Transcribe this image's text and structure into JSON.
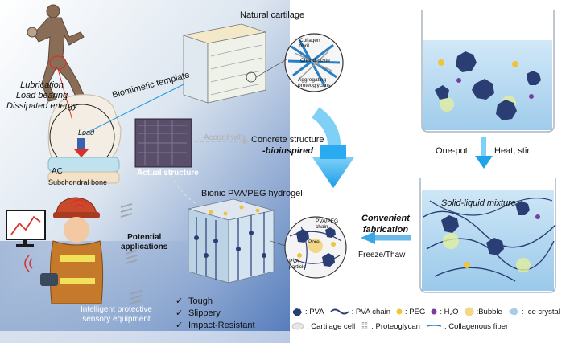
{
  "diagram": {
    "athlete_lines": [
      "Lubrication",
      "Load bearing",
      "Dissipated energy"
    ],
    "biomimetic_template": "Biomimetic template",
    "natural_cartilage": "Natural cartilage",
    "cartilage_zoom": {
      "collagen_fibril": "Collagen\nfibril",
      "chondrocyte": "Chondrocyte",
      "aggregating_proteoglycans": "Aggregating\nproteoglycans"
    },
    "load": "Load",
    "ac": "AC",
    "subchondral_bone": "Subchondral bone",
    "actual_structure": "Actual structure",
    "accord_with": "Accord with",
    "concrete_structure": "Concrete structure",
    "bioinspired": "-bioinspired",
    "one_pot": "One-pot",
    "heat_stir": "Heat, stir",
    "solid_liquid_mixture": "Solid-liquid mixture",
    "convenient_fabrication": "Convenient\nfabrication",
    "freeze_thaw": "Freeze/Thaw",
    "bionic_hydrogel": "Bionic PVA/PEG hydrogel",
    "hydrogel_zoom": {
      "chain_label": "PVA/PEG\nchain",
      "pore": "Pore",
      "particle": "PVA\nparticle"
    },
    "potential_applications": "Potential\napplications",
    "intelligent_equipment": "Intelligent protective\nsensory equipment",
    "properties": [
      "Tough",
      "Slippery",
      "Impact-Resistant"
    ],
    "legend": {
      "pva": ": PVA",
      "pva_chain": ": PVA chain",
      "peg": ": PEG",
      "h2o": ": H₂O",
      "bubble": ":Bubble",
      "ice_crystal": ": Ice crystal",
      "cartilage_cell": ": Cartilage cell",
      "proteoglycan": ": Proteoglycan",
      "collagenous_fiber": ": Collagenous fiber"
    },
    "colors": {
      "pva": "#2b3e74",
      "peg": "#f0c43a",
      "h2o": "#7a3c9e",
      "bubble": "#f4d889",
      "ice_crystal": "#a9cbe6",
      "blue_arrow": "#1fa3ea"
    }
  }
}
